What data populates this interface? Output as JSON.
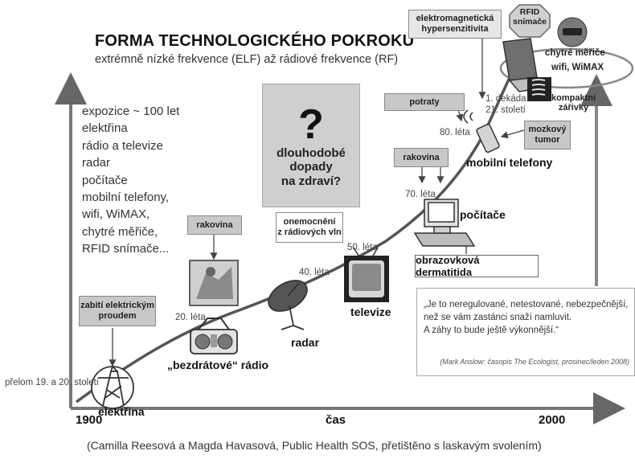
{
  "title": "FORMA TECHNOLOGICKÉHO POKROKU",
  "subtitle": "extrémně nízké frekvence (ELF) až rádiové frekvence (RF)",
  "exposure_list": [
    "expozice ~ 100 let",
    "elektřina",
    "rádio a televize",
    "radar",
    "počítače",
    "mobilní telefony,",
    "wifi, WiMAX,",
    "chytré měřiče,",
    "RFID snímače..."
  ],
  "center_box": {
    "mark": "?",
    "line1": "dlouhodobé",
    "line2": "dopady",
    "line3": "na zdraví?"
  },
  "axis": {
    "start": "1900",
    "label": "čas",
    "end": "2000"
  },
  "eras": {
    "e1": "přelom 19. a 20. století",
    "e2": "20. léta",
    "e3": "40. léta",
    "e4": "50. léta",
    "e5": "70. léta",
    "e6": "80. léta",
    "e7": "1. dekáda",
    "e8": "21. století"
  },
  "technologies": {
    "electricity": "elektřina",
    "radio": "„bezdrátové“ rádio",
    "radar": "radar",
    "tv": "televize",
    "computers": "počítače",
    "mobile": "mobilní telefony",
    "fluorescent_l1": "kompaktní",
    "fluorescent_l2": "zářivky",
    "smart_meters": "chytré měřiče",
    "wifi": "wifi, WiMAX"
  },
  "effects": {
    "electrocution_l1": "zabití elektrickým",
    "electrocution_l2": "proudem",
    "cancer_1": "rakovina",
    "radiowave_l1": "onemocnění",
    "radiowave_l2": "z rádiových vln",
    "cancer_2": "rakovina",
    "miscarriage": "potraty",
    "brain_tumor_l1": "mozkový",
    "brain_tumor_l2": "tumor",
    "em_hyper_l1": "elektromagnetická",
    "em_hyper_l2": "hypersenzitivita",
    "rfid_l1": "RFID",
    "rfid_l2": "snímače",
    "dermatitis": "obrazovková dermatitida"
  },
  "quote": {
    "line1": "„Je to neregulované, netestované, nebezpečnější,",
    "line2": "než se vám zastánci snaží namluvit.",
    "line3": "A záhy to bude ještě výkonnější.“",
    "source": "(Mark Anslow: časopis The Ecologist, prosinec/leden 2008)"
  },
  "credit": "(Camilla Reesová a Magda Havasová, Public Health SOS, přetištěno s laskavým svolením)"
}
